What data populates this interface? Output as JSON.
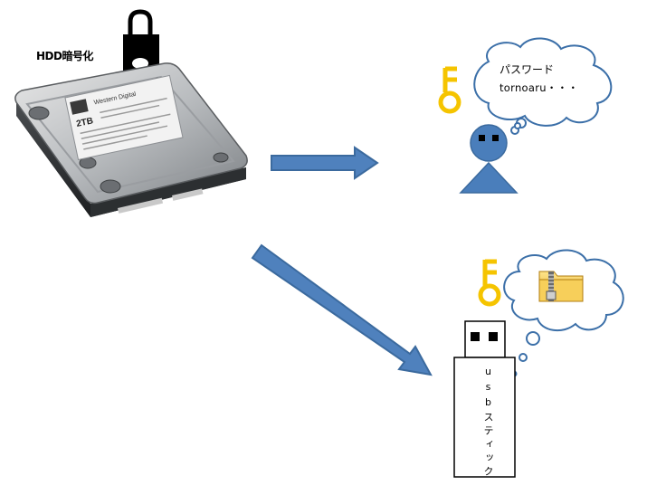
{
  "hdd": {
    "label": "HDD暗号化",
    "brand_text": "Western Digital",
    "capacity_text": "2TB"
  },
  "user": {
    "password_label": "パスワード",
    "password_value": "tornoaru・・・"
  },
  "usb": {
    "label": "usbスティック"
  },
  "colors": {
    "arrow": "#4f81bd",
    "arrow_stroke": "#3b6a9e",
    "key": "#f5c400",
    "person": "#4a7ebb",
    "bubble_stroke": "#3b6fa8",
    "folder": "#f2c94c"
  },
  "icons": {
    "lock": "padlock-icon",
    "key_top": "key-icon",
    "key_bottom": "key-icon",
    "folder": "zip-folder-icon"
  }
}
